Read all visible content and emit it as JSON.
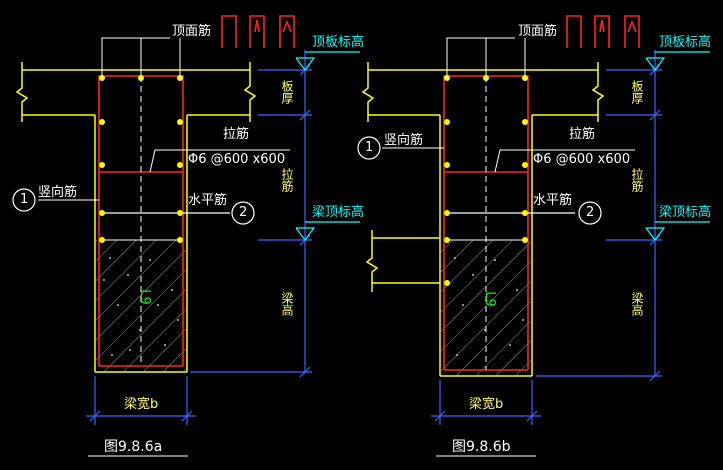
{
  "colors": {
    "background": "#000000",
    "outline": "#ffff00",
    "rebar": "#ff2222",
    "rebar_dot": "#ffff00",
    "leader": "#ffffff",
    "dimension": "#3a66ff",
    "level_mark": "#00ffff",
    "label_yellow": "#ffff66",
    "label_white": "#ffffff",
    "label_cyan": "#00ffff",
    "hatch": "#ffffff",
    "beam_label": "#00ff00"
  },
  "figures": [
    {
      "id": "a",
      "labels": {
        "top_bar": "顶面筋",
        "tie_bar": "拉筋",
        "tie_spec": "Φ6 @600 x600",
        "vertical_bar": "竖向筋",
        "horizontal_bar": "水平筋",
        "mark_1": "1",
        "mark_2": "2",
        "slab_level": "顶板标高",
        "beam_level": "梁顶标高",
        "slab_thickness": "板厚",
        "inner_bar": "拉筋",
        "beam_height": "梁高",
        "beam_name": "L9",
        "beam_width": "梁宽b",
        "caption": "图9.8.6a"
      }
    },
    {
      "id": "b",
      "labels": {
        "top_bar": "顶面筋",
        "tie_bar": "拉筋",
        "tie_spec": "Φ6 @600 x600",
        "vertical_bar": "竖向筋",
        "horizontal_bar": "水平筋",
        "mark_1": "1",
        "mark_2": "2",
        "slab_level": "顶板标高",
        "beam_level": "梁顶标高",
        "slab_thickness": "板厚",
        "inner_bar": "拉筋",
        "beam_height": "梁高",
        "beam_name": "L9",
        "beam_width": "梁宽b",
        "caption": "图9.8.6b"
      }
    }
  ]
}
